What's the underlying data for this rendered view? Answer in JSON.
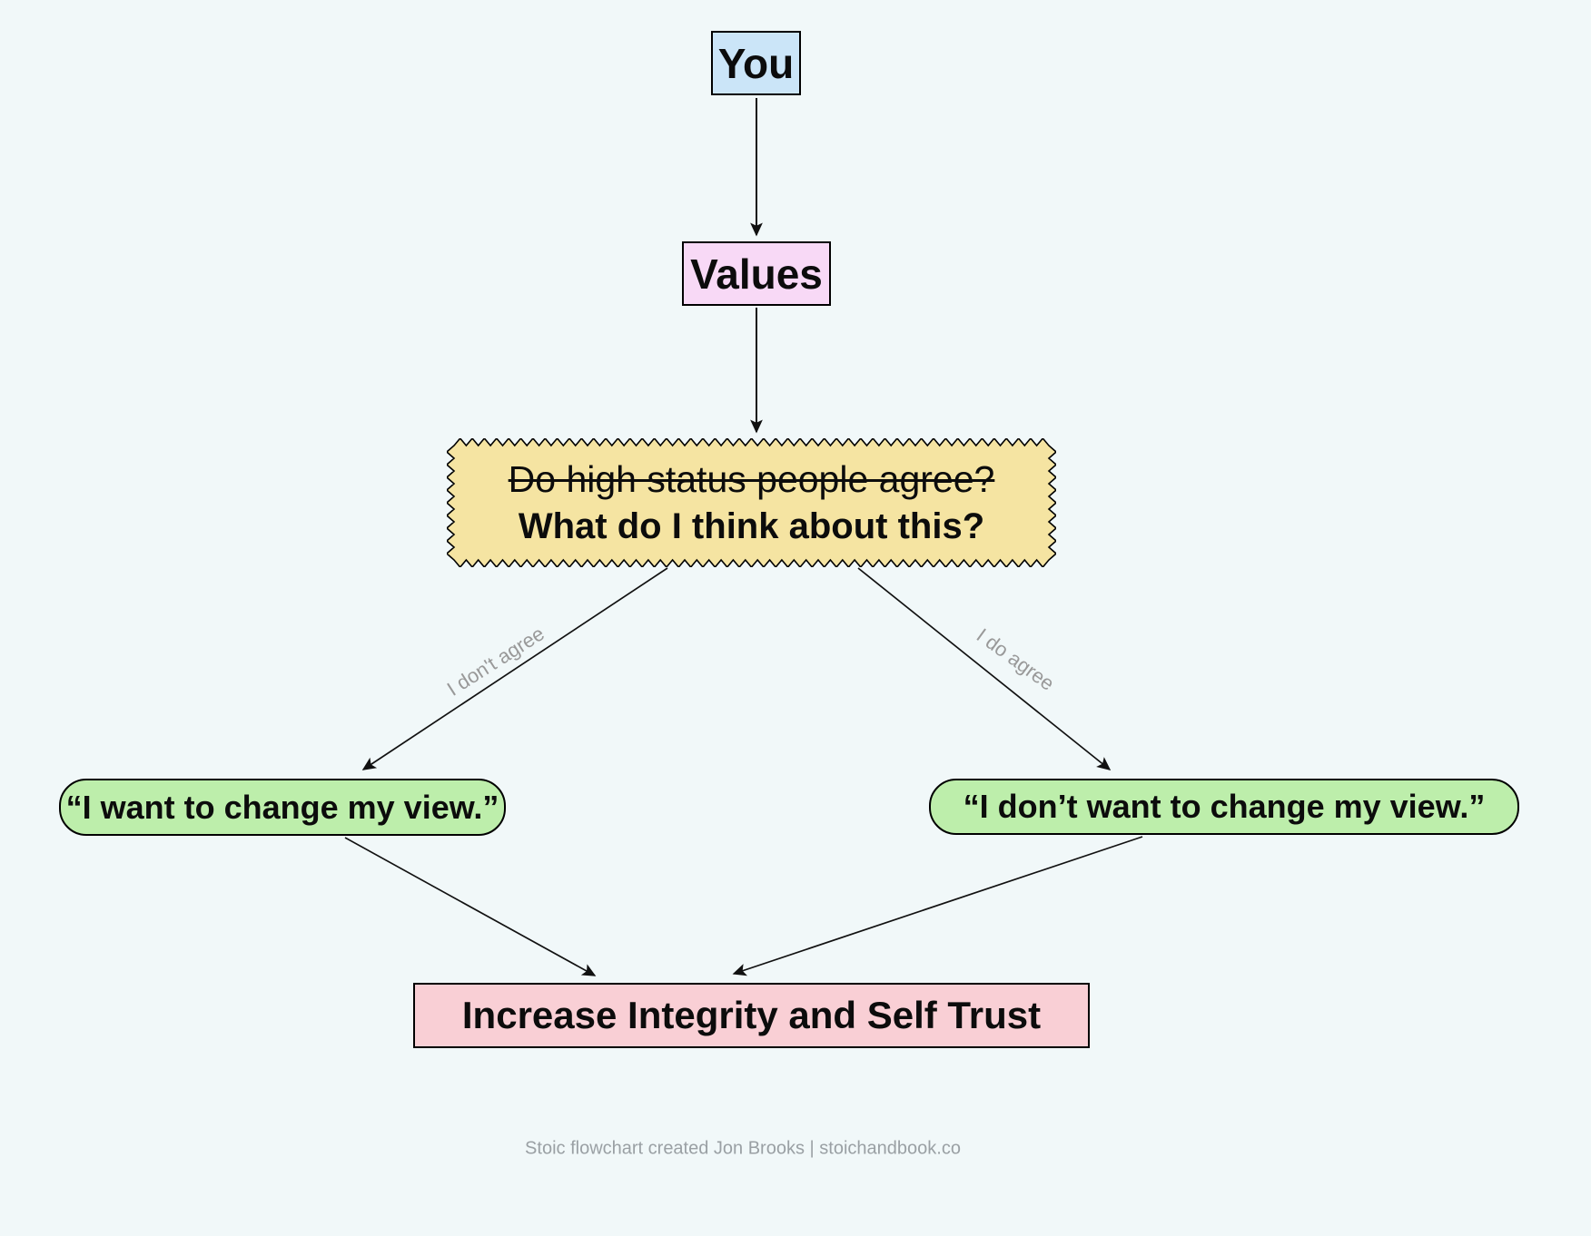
{
  "page": {
    "background": "#f1f8f9"
  },
  "flowchart": {
    "nodes": {
      "you": {
        "label": "You",
        "fill": "#cbe5f8"
      },
      "values": {
        "label": "Values",
        "fill": "#f8d9f6"
      },
      "question": {
        "struck_line": "Do high status people agree?",
        "main_line": "What do I think about this?",
        "fill": "#f5e4a2"
      },
      "change_view": {
        "label": "“I want to change my view.”",
        "fill": "#bdeeab"
      },
      "keep_view": {
        "label": "“I don’t want to change my view.”",
        "fill": "#bdeeab"
      },
      "outcome": {
        "label": "Increase Integrity and Self Trust",
        "fill": "#f9cfd5"
      }
    },
    "edge_labels": {
      "left": "I don't agree",
      "right": "I do agree",
      "color": "#999999"
    },
    "edge_stroke": "#111111"
  },
  "footer": {
    "text": "Stoic flowchart created Jon Brooks | stoichandbook.co",
    "color": "#9aa0a4"
  }
}
